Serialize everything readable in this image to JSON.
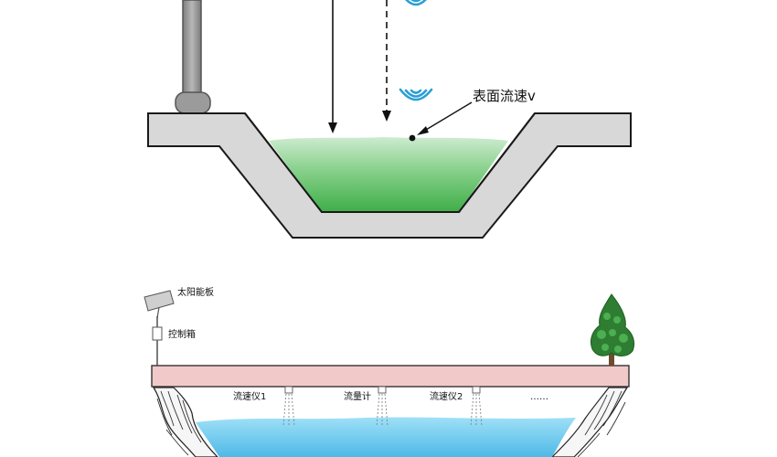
{
  "upper_diagram": {
    "surface_velocity_label": "表面流速v"
  },
  "lower_diagram": {
    "solar_panel_label": "太阳能板",
    "control_box_label": "控制箱",
    "sensors": [
      {
        "label": "流速仪1"
      },
      {
        "label": "流量计"
      },
      {
        "label": "流速仪2"
      }
    ],
    "more_label": "……"
  },
  "colors": {
    "channel_gray": "#d8d8d8",
    "water_green": "#5fbf5f",
    "signal_blue": "#2a9fd6",
    "bridge_pink": "#f2c9c9",
    "river_blue": "#7fd3f2",
    "tree_green": "#2e7d32"
  },
  "icons": [
    "signal-wave-icon",
    "solar-panel-icon",
    "control-box-icon",
    "tree-icon",
    "sensor-icon"
  ]
}
